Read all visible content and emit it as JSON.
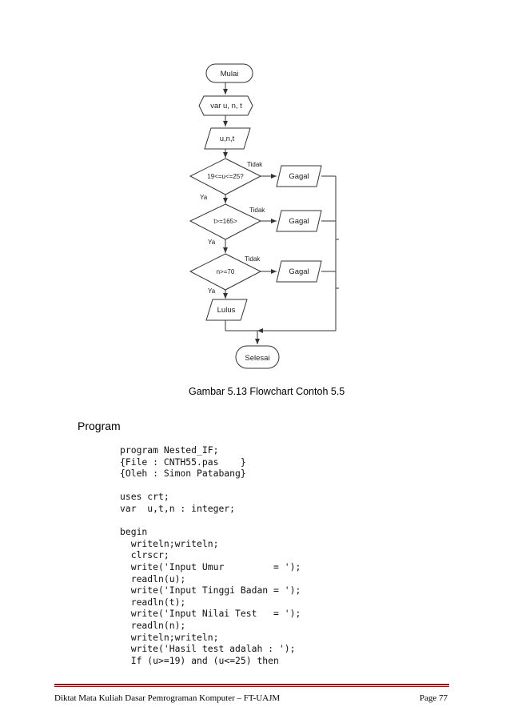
{
  "flowchart": {
    "start": "Mulai",
    "declare": "var u, n, t",
    "input": "u,n,t",
    "condition1": "19<=u<=25?",
    "condition2": "t>=165>",
    "condition3": "n>=70",
    "no_label": "Tidak",
    "yes_label": "Ya",
    "fail_output": "Gagal",
    "pass_output": "Lulus",
    "end": "Selesai"
  },
  "caption": "Gambar 5.13 Flowchart  Contoh 5.5",
  "section_heading": "Program",
  "code_lines": [
    "program Nested_IF;",
    "{File : CNTH55.pas    }",
    "{Oleh : Simon Patabang}",
    "",
    "uses crt;",
    "var  u,t,n : integer;",
    "",
    "begin",
    "  writeln;writeln;",
    "  clrscr;",
    "  write('Input Umur         = ');",
    "  readln(u);",
    "  write('Input Tinggi Badan = ');",
    "  readln(t);",
    "  write('Input Nilai Test   = ');",
    "  readln(n);",
    "  writeln;writeln;",
    "  write('Hasil test adalah : ');",
    "  If (u>=19) and (u<=25) then"
  ],
  "footer": {
    "left": "Diktat Mata Kuliah Dasar Pemrograman Komputer – FT-UAJM",
    "right": "Page 77"
  }
}
